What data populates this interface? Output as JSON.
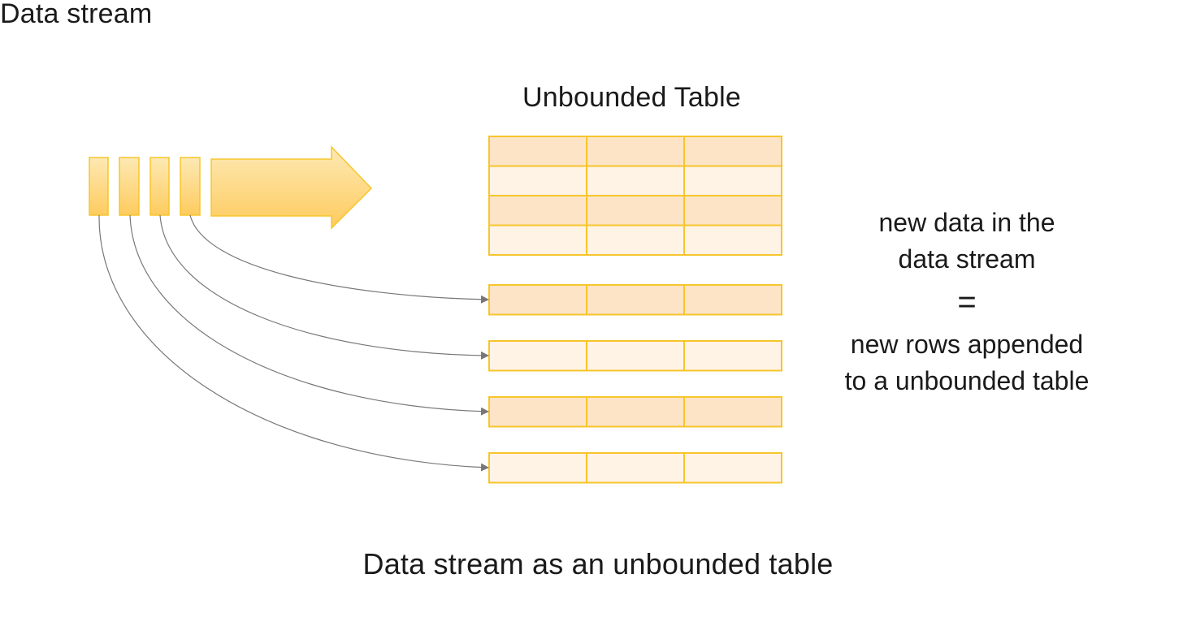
{
  "diagram": {
    "stream_title": "Data stream",
    "table_title": "Unbounded Table",
    "caption": "Data stream as an unbounded table",
    "equation": {
      "top_lines": [
        "new data in the",
        "data stream"
      ],
      "equals": "=",
      "bottom_lines": [
        "new rows appended",
        "to a unbounded table"
      ]
    }
  },
  "colors": {
    "cell_border": "#f7c52c",
    "cell_fill_dark": "#fde4c7",
    "cell_fill_light": "#fef3e5",
    "stream_fill_top": "#fde9b4",
    "stream_fill_bottom": "#fecb5e",
    "arrow_line": "#777777"
  }
}
